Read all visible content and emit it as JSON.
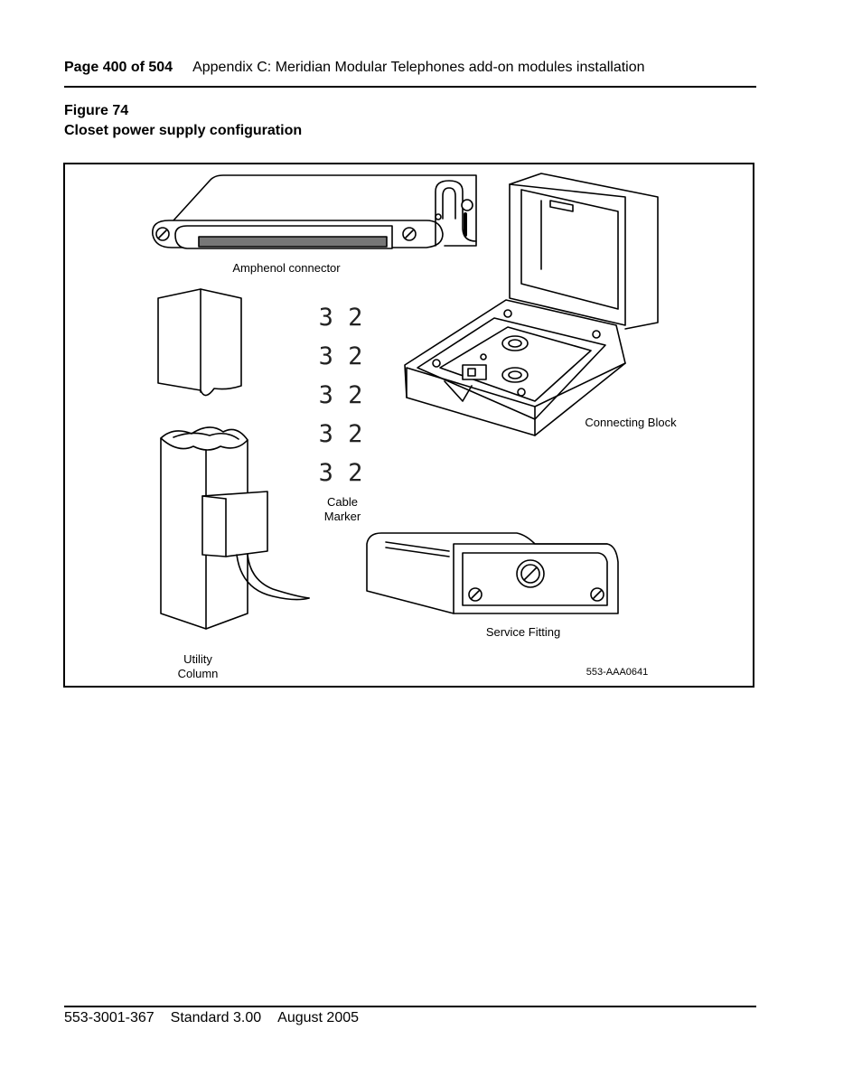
{
  "header": {
    "page_label": "Page 400 of 504",
    "section_title": "Appendix C: Meridian Modular Telephones add-on modules installation"
  },
  "figure": {
    "number": "Figure 74",
    "caption": "Closet power supply configuration",
    "labels": {
      "amphenol": "Amphenol connector",
      "connecting_block": "Connecting Block",
      "cable": "Cable",
      "marker": "Marker",
      "service_fitting": "Service Fitting",
      "utility": "Utility",
      "column": "Column",
      "figure_id": "553-AAA0641"
    },
    "cable_markers": [
      "3 2",
      "3 2",
      "3 2",
      "3 2",
      "3 2"
    ]
  },
  "footer": {
    "doc_number": "553-3001-367",
    "standard": "Standard 3.00",
    "date": "August 2005"
  }
}
